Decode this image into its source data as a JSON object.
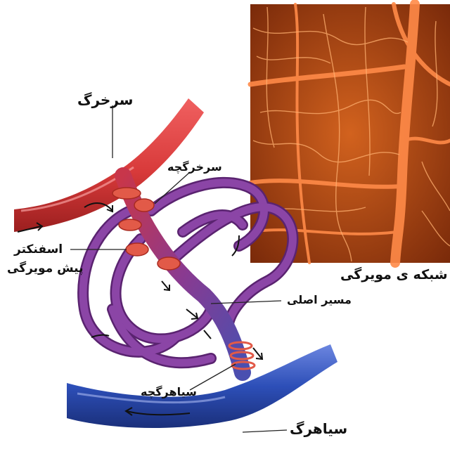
{
  "labels": {
    "arteriole_main": "سرخرگ",
    "arteriole_small": "سرخرگچه",
    "sphincter_line1": "اسفنکتر",
    "sphincter_line2": "پیش مویرگی",
    "capillary_network": "شبکه ی مویرگی",
    "main_path": "مسیر اصلی",
    "venule_small": "سیاهرگچه",
    "vein_main": "سیاهرگ"
  },
  "colors": {
    "artery": "#d83a3a",
    "capillary": "#7d3a97",
    "vein": "#2d4fb8",
    "sphincter": "#e25a48",
    "photo_bg": "#b84a1a",
    "photo_vessel": "#ff7a3a"
  }
}
